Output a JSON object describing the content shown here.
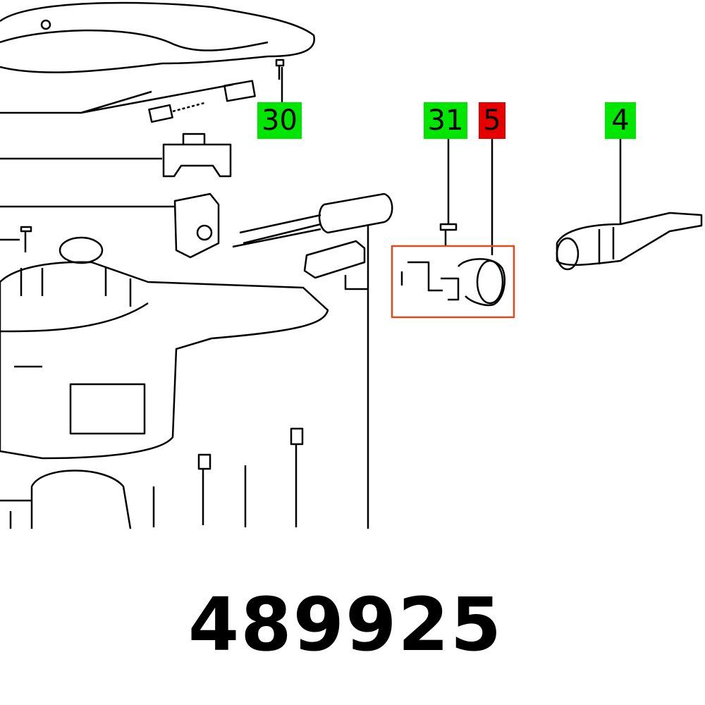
{
  "callouts": [
    {
      "label": "30",
      "status": "green"
    },
    {
      "label": "31",
      "status": "green"
    },
    {
      "label": "5",
      "status": "red"
    },
    {
      "label": "4",
      "status": "green"
    }
  ],
  "colors": {
    "available": "#00e600",
    "selected": "#e60000",
    "highlight_box": "#e04a1a"
  },
  "part_number": "489925"
}
